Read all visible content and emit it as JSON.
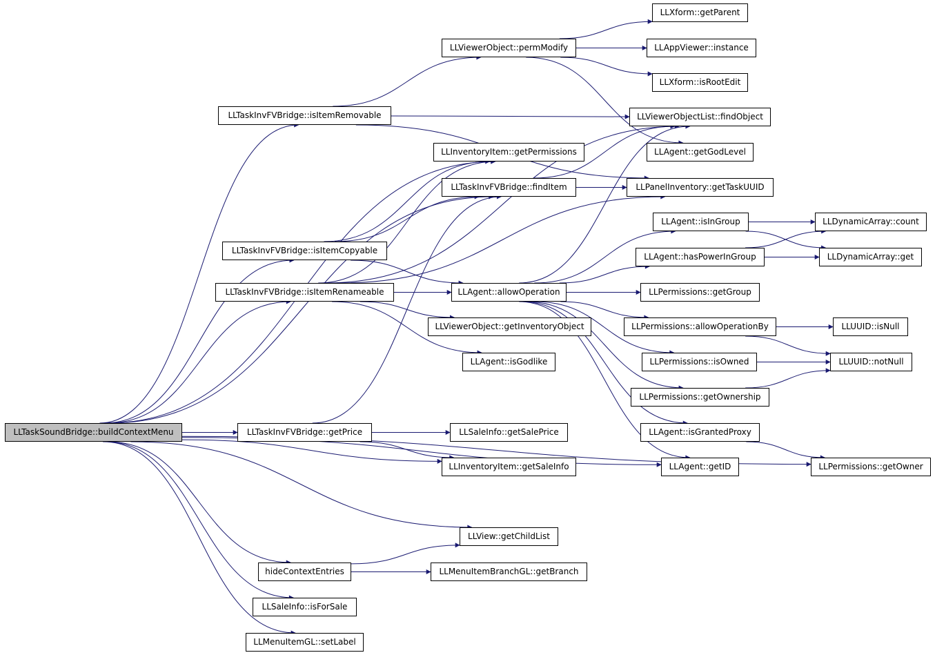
{
  "diagram": {
    "type": "call-graph",
    "root": "n_build",
    "colors": {
      "edge": "#191970",
      "node_border": "#000000",
      "node_fill": "#ffffff",
      "root_fill": "#bfbfbf"
    },
    "nodes": {
      "n_build": "LLTaskSoundBridge::buildContextMenu",
      "n_isItemRemovable": "LLTaskInvFVBridge::isItemRemovable",
      "n_isItemCopyable": "LLTaskInvFVBridge::isItemCopyable",
      "n_isItemRenameable": "LLTaskInvFVBridge::isItemRenameable",
      "n_getPrice": "LLTaskInvFVBridge::getPrice",
      "n_hideContextEntries": "hideContextEntries",
      "n_isForSale": "LLSaleInfo::isForSale",
      "n_setLabel": "LLMenuItemGL::setLabel",
      "n_permModify": "LLViewerObject::permModify",
      "n_getPermissions": "LLInventoryItem::getPermissions",
      "n_findItem": "LLTaskInvFVBridge::findItem",
      "n_allowOperation": "LLAgent::allowOperation",
      "n_getInventoryObject": "LLViewerObject::getInventoryObject",
      "n_isGodlike": "LLAgent::isGodlike",
      "n_getSalePrice": "LLSaleInfo::getSalePrice",
      "n_getSaleInfo": "LLInventoryItem::getSaleInfo",
      "n_getChildList": "LLView::getChildList",
      "n_getBranch": "LLMenuItemBranchGL::getBranch",
      "n_getParent": "LLXform::getParent",
      "n_appInstance": "LLAppViewer::instance",
      "n_isRootEdit": "LLXform::isRootEdit",
      "n_findObject": "LLViewerObjectList::findObject",
      "n_getGodLevel": "LLAgent::getGodLevel",
      "n_getTaskUUID": "LLPanelInventory::getTaskUUID",
      "n_isInGroup": "LLAgent::isInGroup",
      "n_hasPowerInGroup": "LLAgent::hasPowerInGroup",
      "n_getGroup": "LLPermissions::getGroup",
      "n_allowOperationBy": "LLPermissions::allowOperationBy",
      "n_isOwned": "LLPermissions::isOwned",
      "n_getOwnership": "LLPermissions::getOwnership",
      "n_isGrantedProxy": "LLAgent::isGrantedProxy",
      "n_getID": "LLAgent::getID",
      "n_dynCount": "LLDynamicArray::count",
      "n_dynGet": "LLDynamicArray::get",
      "n_isNull": "LLUUID::isNull",
      "n_notNull": "LLUUID::notNull",
      "n_getOwner": "LLPermissions::getOwner"
    },
    "edges": [
      [
        "n_build",
        "n_isItemRemovable"
      ],
      [
        "n_build",
        "n_getPermissions"
      ],
      [
        "n_build",
        "n_findItem"
      ],
      [
        "n_build",
        "n_isItemCopyable"
      ],
      [
        "n_build",
        "n_isItemRenameable"
      ],
      [
        "n_build",
        "n_getID"
      ],
      [
        "n_build",
        "n_getPrice"
      ],
      [
        "n_build",
        "n_getSaleInfo"
      ],
      [
        "n_build",
        "n_getOwner"
      ],
      [
        "n_build",
        "n_getChildList"
      ],
      [
        "n_build",
        "n_hideContextEntries"
      ],
      [
        "n_build",
        "n_isForSale"
      ],
      [
        "n_build",
        "n_setLabel"
      ],
      [
        "n_isItemRemovable",
        "n_permModify"
      ],
      [
        "n_isItemRemovable",
        "n_findObject"
      ],
      [
        "n_isItemRemovable",
        "n_getTaskUUID"
      ],
      [
        "n_permModify",
        "n_getParent"
      ],
      [
        "n_permModify",
        "n_appInstance"
      ],
      [
        "n_permModify",
        "n_isRootEdit"
      ],
      [
        "n_permModify",
        "n_getGodLevel"
      ],
      [
        "n_isItemCopyable",
        "n_getPermissions"
      ],
      [
        "n_isItemCopyable",
        "n_findItem"
      ],
      [
        "n_isItemCopyable",
        "n_allowOperation"
      ],
      [
        "n_isItemRenameable",
        "n_getPermissions"
      ],
      [
        "n_isItemRenameable",
        "n_findObject"
      ],
      [
        "n_isItemRenameable",
        "n_getTaskUUID"
      ],
      [
        "n_isItemRenameable",
        "n_allowOperation"
      ],
      [
        "n_isItemRenameable",
        "n_getInventoryObject"
      ],
      [
        "n_isItemRenameable",
        "n_isGodlike"
      ],
      [
        "n_getPrice",
        "n_findItem"
      ],
      [
        "n_getPrice",
        "n_getSalePrice"
      ],
      [
        "n_getPrice",
        "n_getSaleInfo"
      ],
      [
        "n_findItem",
        "n_findObject"
      ],
      [
        "n_findItem",
        "n_getTaskUUID"
      ],
      [
        "n_allowOperation",
        "n_findObject"
      ],
      [
        "n_allowOperation",
        "n_isInGroup"
      ],
      [
        "n_allowOperation",
        "n_hasPowerInGroup"
      ],
      [
        "n_allowOperation",
        "n_getGroup"
      ],
      [
        "n_allowOperation",
        "n_allowOperationBy"
      ],
      [
        "n_allowOperation",
        "n_isOwned"
      ],
      [
        "n_allowOperation",
        "n_getOwnership"
      ],
      [
        "n_allowOperation",
        "n_isGrantedProxy"
      ],
      [
        "n_allowOperation",
        "n_getID"
      ],
      [
        "n_isInGroup",
        "n_dynCount"
      ],
      [
        "n_isInGroup",
        "n_dynGet"
      ],
      [
        "n_hasPowerInGroup",
        "n_dynCount"
      ],
      [
        "n_hasPowerInGroup",
        "n_dynGet"
      ],
      [
        "n_allowOperationBy",
        "n_isNull"
      ],
      [
        "n_allowOperationBy",
        "n_notNull"
      ],
      [
        "n_isOwned",
        "n_notNull"
      ],
      [
        "n_getOwnership",
        "n_notNull"
      ],
      [
        "n_isGrantedProxy",
        "n_getOwner"
      ],
      [
        "n_hideContextEntries",
        "n_getChildList"
      ],
      [
        "n_hideContextEntries",
        "n_getBranch"
      ]
    ]
  }
}
